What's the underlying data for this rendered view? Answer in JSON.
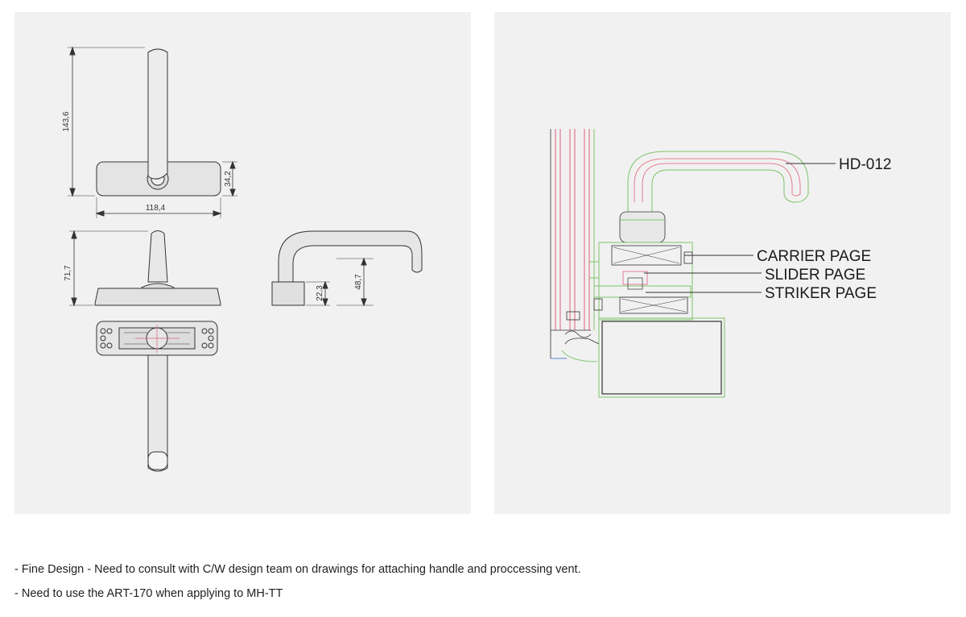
{
  "drawings": {
    "left": {
      "dimensions": {
        "height_top_view": "143,6",
        "width_base": "118,4",
        "height_base": "34,2",
        "height_front_view": "71,7",
        "height_side_base": "22,3",
        "height_side_total": "48,7"
      }
    },
    "right": {
      "callouts": {
        "handle": "HD-012",
        "carrier": "CARRIER PAGE",
        "slider": "SLIDER PAGE",
        "striker": "STRIKER PAGE"
      },
      "colors": {
        "frame_red": "#e0607a",
        "profile_green": "#7fc36a",
        "outline": "#333333"
      }
    }
  },
  "notes": [
    "- Fine Design - Need to consult with C/W design team on drawings for attaching handle and proccessing vent.",
    "- Need to use the ART-170 when applying to MH-TT"
  ]
}
